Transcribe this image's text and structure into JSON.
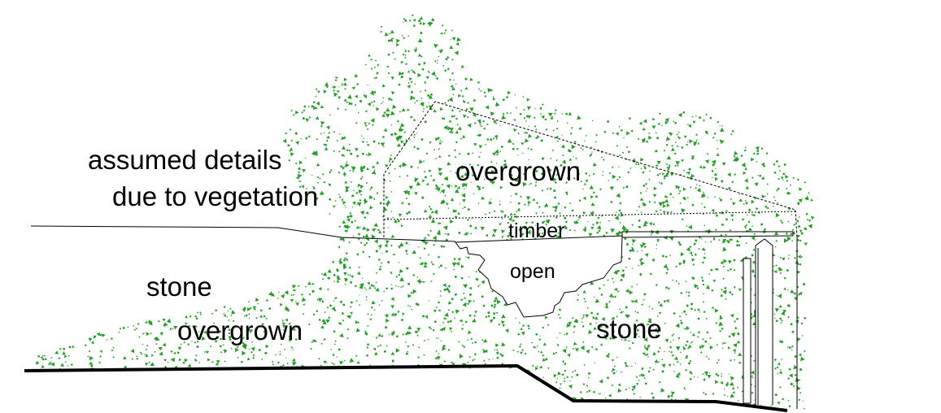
{
  "labels": {
    "assumed_line1": "assumed details",
    "assumed_line2": "due to vegetation",
    "overgrown_top": "overgrown",
    "timber": "timber",
    "open": "open",
    "stone_left": "stone",
    "overgrown_left": "overgrown",
    "stone_right": "stone"
  },
  "colors": {
    "vegetation": "#22a022",
    "line": "#000000",
    "background": "#ffffff"
  }
}
